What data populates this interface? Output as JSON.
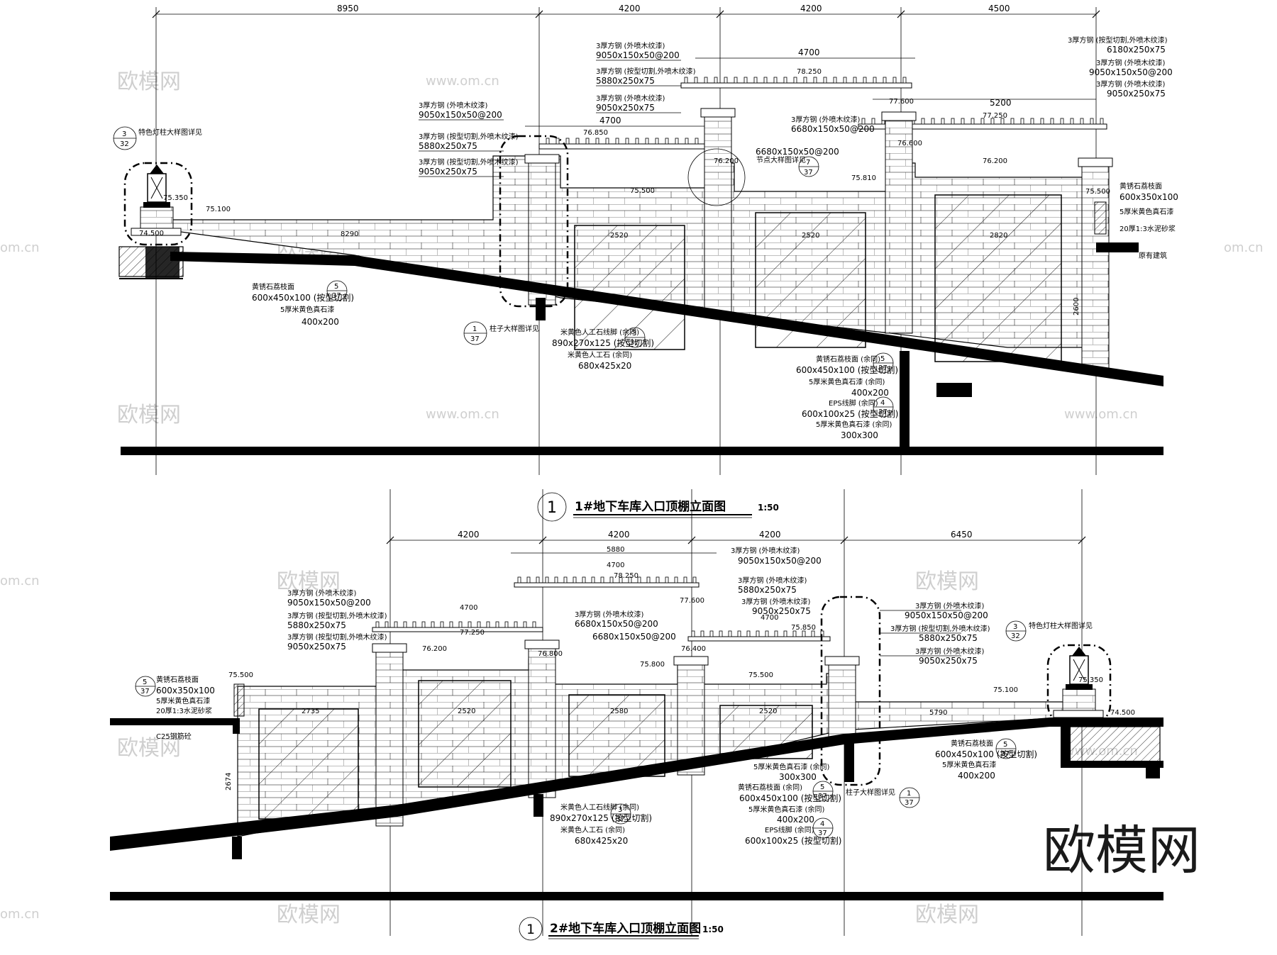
{
  "watermarks": {
    "site": "www.om.cn",
    "brand": "欧模网",
    "edge": "om.cn"
  },
  "drawing1": {
    "title": "1#地下车库入口顶棚立面图",
    "scale": "1:50",
    "number": "1",
    "dims_top": [
      "8950",
      "4200",
      "4200",
      "4500"
    ],
    "sub_dims": [
      "4700",
      "4700",
      "5200"
    ],
    "elevations": [
      "75.100",
      "74.500",
      "75.350",
      "76.850",
      "78.250",
      "77.600",
      "77.250",
      "76.600",
      "76.200",
      "75.810",
      "75.500",
      "75.500",
      "76.200"
    ],
    "bays": [
      "2520",
      "2520",
      "2820"
    ],
    "run": "8290",
    "rise": "2600",
    "lamp_ref": {
      "title": "特色灯柱大样图详见",
      "num": "3",
      "den": "32"
    },
    "column_ref": {
      "title": "柱子大样图详见",
      "num": "1",
      "den": "37"
    },
    "node_ref": {
      "title": "节点大样图详见",
      "num": "7",
      "den": "37"
    },
    "callouts_left": [
      "3厚方钢 (外喷木纹漆)",
      "9050x150x50@200",
      "3厚方钢 (按型切割,外喷木纹漆)",
      "5880x250x75",
      "3厚方钢 (按型切割,外喷木纹漆)",
      "9050x250x75"
    ],
    "callouts_mid": [
      "3厚方钢 (外喷木纹漆)",
      "9050x150x50@200",
      "3厚方钢 (按型切割,外喷木纹漆)",
      "5880x250x75",
      "3厚方钢 (外喷木纹漆)",
      "9050x250x75"
    ],
    "callouts_right": [
      "3厚方钢 (按型切割,外喷木纹漆)",
      "6180x250x75",
      "3厚方钢 (外喷木纹漆)",
      "9050x150x50@200",
      "3厚方钢 (外喷木纹漆)",
      "9050x250x75"
    ],
    "callouts_beam": [
      "3厚方钢 (外喷木纹漆)",
      "6680x150x50@200",
      "6680x150x50@200"
    ],
    "ref_slope": [
      "黄锈石荔枝面",
      "600x450x100 (按型切割)",
      "5厚米黄色真石漆",
      "400x200"
    ],
    "ref_base": [
      "米黄色人工石线脚 (余同)",
      "890x270x125 (按型切割)",
      "米黄色人工石 (余同)",
      "680x425x20"
    ],
    "ref_wall": [
      "黄锈石荔枝面 (余同)",
      "600x450x100 (按型切割)",
      "5厚米黄色真石漆 (余同)",
      "400x200",
      "EPS线脚 (余同)",
      "600x100x25 (按型切割)",
      "5厚米黄色真石漆 (余同)",
      "300x300"
    ],
    "ref_right": [
      "黄锈石荔枝面",
      "600x350x100",
      "5厚米黄色真石漆",
      "20厚1:3水泥砂浆",
      "原有建筑"
    ],
    "ref_nums": [
      {
        "num": "5",
        "den": "37"
      },
      {
        "num": "3",
        "den": "37"
      },
      {
        "num": "5",
        "den": "37"
      },
      {
        "num": "4",
        "den": "37"
      }
    ]
  },
  "drawing2": {
    "title": "2#地下车库入口顶棚立面图",
    "scale": "1:50",
    "number": "1",
    "dims_top": [
      "4200",
      "4200",
      "4200",
      "6450"
    ],
    "sub_dims": [
      "5880",
      "4700",
      "4700",
      "4700"
    ],
    "elevations": [
      "78.250",
      "77.600",
      "77.250",
      "76.200",
      "76.800",
      "76.400",
      "75.850",
      "75.800",
      "75.500",
      "75.500",
      "75.100",
      "74.500",
      "75.350"
    ],
    "bays": [
      "2735",
      "2520",
      "2580",
      "2520"
    ],
    "run": "5790",
    "rise": "2674",
    "lamp_ref": {
      "title": "特色灯柱大样图详见",
      "num": "3",
      "den": "32"
    },
    "column_ref": {
      "title": "柱子大样图详见",
      "num": "1",
      "den": "37"
    },
    "callouts_top": [
      "3厚方钢 (外喷木纹漆)",
      "9050x150x50@200",
      "3厚方钢 (外喷木纹漆)",
      "5880x250x75",
      "3厚方钢 (外喷木纹漆)",
      "9050x250x75"
    ],
    "callouts_left": [
      "3厚方钢 (外喷木纹漆)",
      "9050x150x50@200",
      "3厚方钢 (按型切割,外喷木纹漆)",
      "5880x250x75",
      "3厚方钢 (按型切割,外喷木纹漆)",
      "9050x250x75"
    ],
    "callouts_mid": [
      "3厚方钢 (外喷木纹漆)",
      "6680x150x50@200",
      "6680x150x50@200"
    ],
    "callouts_right": [
      "3厚方钢 (外喷木纹漆)",
      "9050x150x50@200",
      "3厚方钢 (按型切割,外喷木纹漆)",
      "5880x250x75",
      "3厚方钢 (外喷木纹漆)",
      "9050x250x75"
    ],
    "ref_left": [
      "黄锈石荔枝面",
      "600x350x100",
      "5厚米黄色真石漆",
      "20厚1:3水泥砂浆"
    ],
    "ref_concrete": "C25钢筋砼",
    "ref_base": [
      "米黄色人工石线脚 (余同)",
      "890x270x125 (按型切割)",
      "米黄色人工石 (余同)",
      "680x425x20"
    ],
    "ref_wall": [
      "5厚米黄色真石漆 (余同)",
      "300x300",
      "黄锈石荔枝面 (余同)",
      "600x450x100 (按型切割)",
      "5厚米黄色真石漆 (余同)",
      "400x200",
      "EPS线脚 (余同)",
      "600x100x25 (按型切割)"
    ],
    "ref_slope": [
      "黄锈石荔枝面",
      "600x450x100 (按型切割)",
      "5厚米黄色真石漆",
      "400x200"
    ],
    "ref_nums": [
      {
        "num": "5",
        "den": "37"
      },
      {
        "num": "3",
        "den": "37"
      },
      {
        "num": "5",
        "den": "37"
      },
      {
        "num": "4",
        "den": "37"
      },
      {
        "num": "5",
        "den": "37"
      }
    ]
  }
}
